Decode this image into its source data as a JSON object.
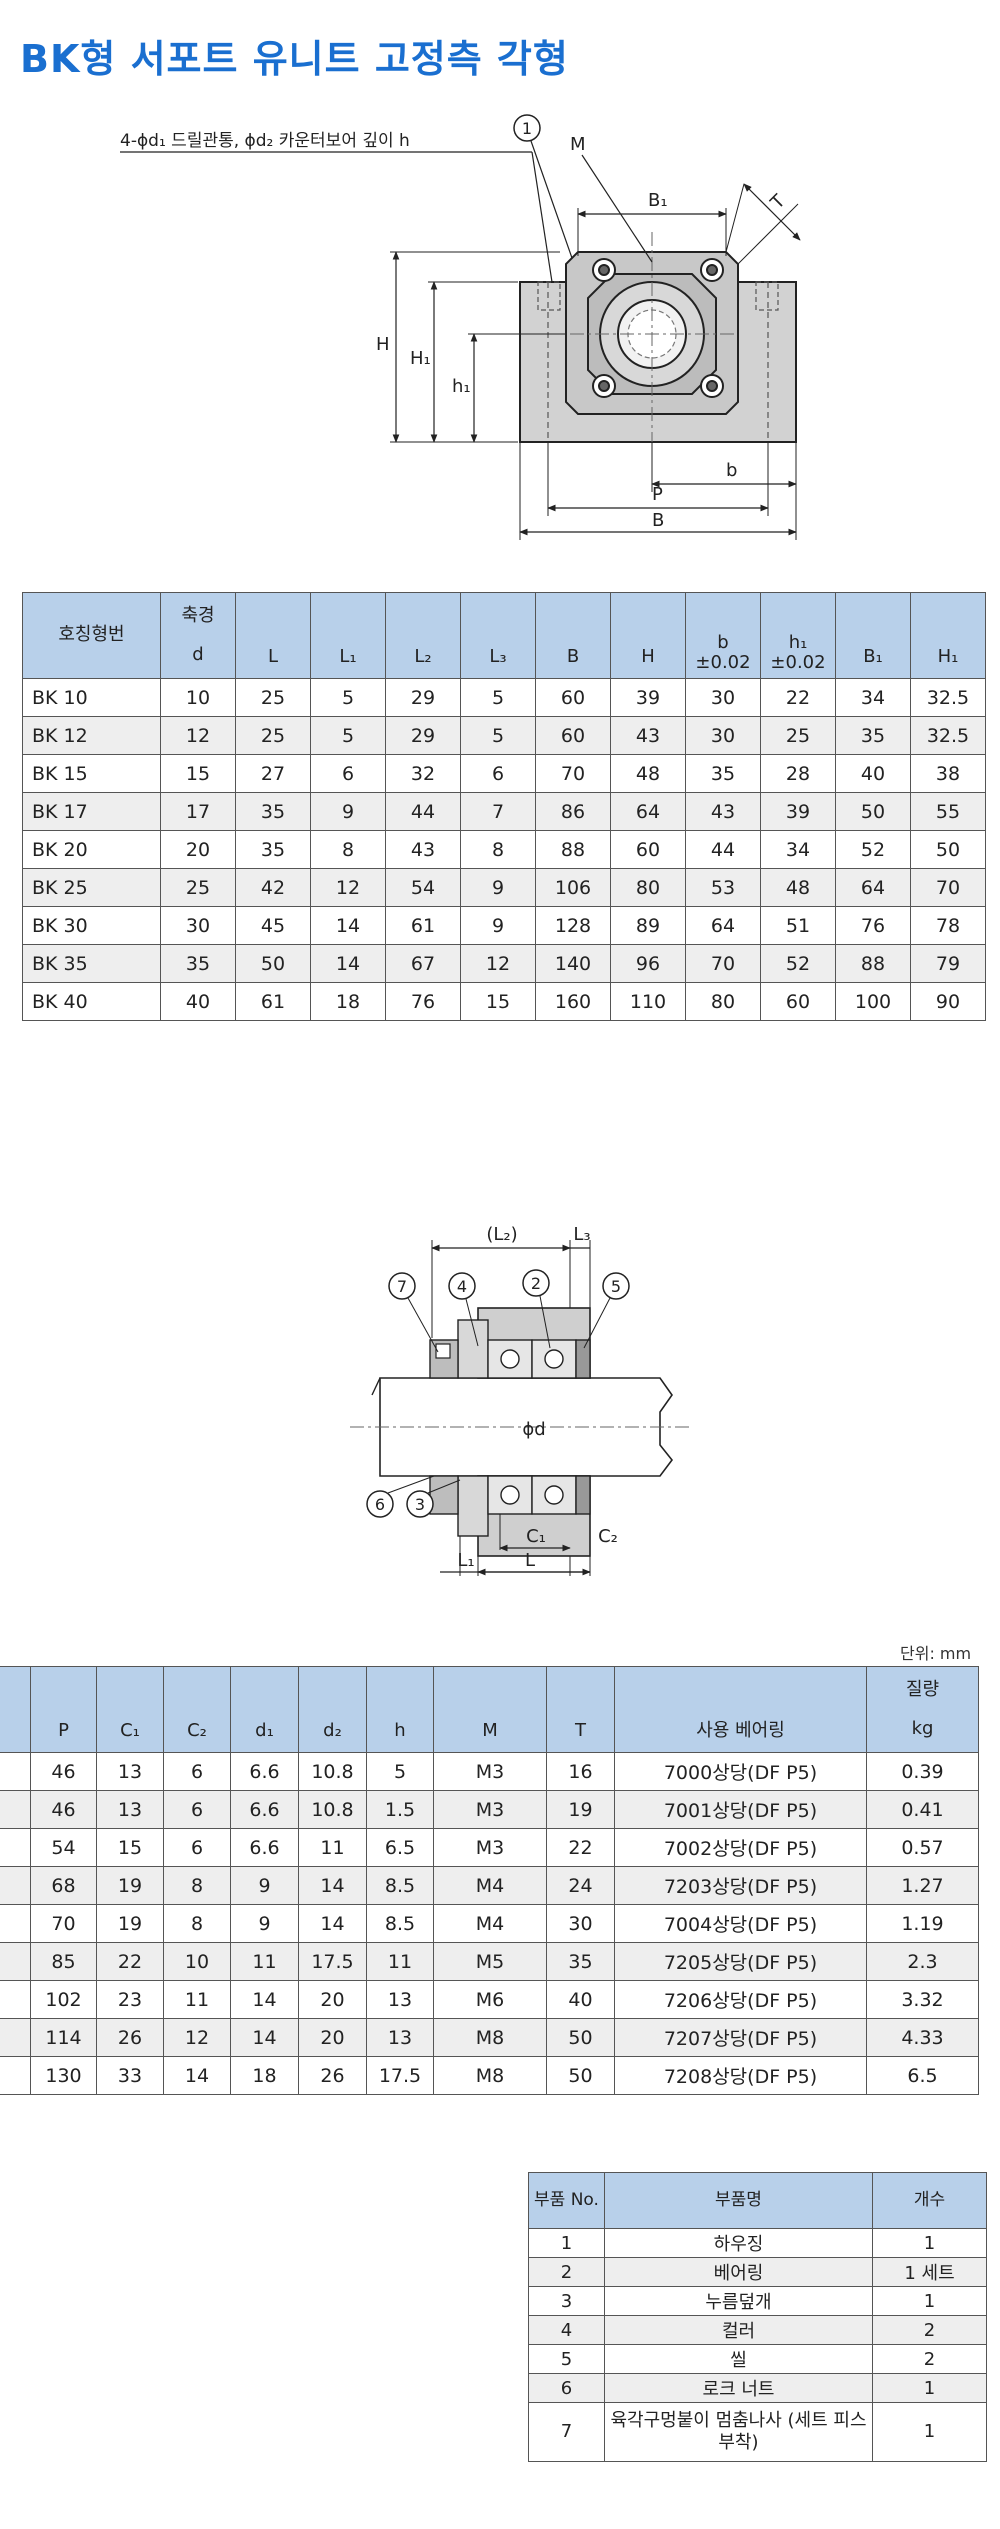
{
  "title": "BK형 서포트 유니트 고정측 각형",
  "top_figure": {
    "note": "4-ϕd₁ 드릴관통, ϕd₂ 카운터보어 깊이 h",
    "callout": "1",
    "labels": {
      "M": "M",
      "B1": "B₁",
      "T": "T",
      "H": "H",
      "H1": "H₁",
      "h1": "h₁",
      "b": "b",
      "P": "P",
      "B": "B"
    }
  },
  "spec_table": {
    "header": {
      "model": "호칭형번",
      "shaft_top": "축경",
      "shaft_sub": "d",
      "L": "L",
      "L1": "L₁",
      "L2": "L₂",
      "L3": "L₃",
      "B": "B",
      "H": "H",
      "b_top": "b",
      "b_sub": "±0.02",
      "h1_top": "h₁",
      "h1_sub": "±0.02",
      "B1": "B₁",
      "H1": "H₁"
    },
    "rows": [
      [
        "BK 10",
        "10",
        "25",
        "5",
        "29",
        "5",
        "60",
        "39",
        "30",
        "22",
        "34",
        "32.5"
      ],
      [
        "BK 12",
        "12",
        "25",
        "5",
        "29",
        "5",
        "60",
        "43",
        "30",
        "25",
        "35",
        "32.5"
      ],
      [
        "BK 15",
        "15",
        "27",
        "6",
        "32",
        "6",
        "70",
        "48",
        "35",
        "28",
        "40",
        "38"
      ],
      [
        "BK 17",
        "17",
        "35",
        "9",
        "44",
        "7",
        "86",
        "64",
        "43",
        "39",
        "50",
        "55"
      ],
      [
        "BK 20",
        "20",
        "35",
        "8",
        "43",
        "8",
        "88",
        "60",
        "44",
        "34",
        "52",
        "50"
      ],
      [
        "BK 25",
        "25",
        "42",
        "12",
        "54",
        "9",
        "106",
        "80",
        "53",
        "48",
        "64",
        "70"
      ],
      [
        "BK 30",
        "30",
        "45",
        "14",
        "61",
        "9",
        "128",
        "89",
        "64",
        "51",
        "76",
        "78"
      ],
      [
        "BK 35",
        "35",
        "50",
        "14",
        "67",
        "12",
        "140",
        "96",
        "70",
        "52",
        "88",
        "79"
      ],
      [
        "BK 40",
        "40",
        "61",
        "18",
        "76",
        "15",
        "160",
        "110",
        "80",
        "60",
        "100",
        "90"
      ]
    ]
  },
  "section_figure": {
    "labels": {
      "L2": "(L₂)",
      "L3": "L₃",
      "d": "ϕd",
      "C1": "C₁",
      "C2": "C₂",
      "L1": "L₁",
      "L": "L"
    },
    "callouts": [
      "7",
      "4",
      "2",
      "5",
      "6",
      "3"
    ]
  },
  "unit": "단위: mm",
  "spec_table2": {
    "header": {
      "P": "P",
      "C1": "C₁",
      "C2": "C₂",
      "d1": "d₁",
      "d2": "d₂",
      "h": "h",
      "M": "M",
      "T": "T",
      "bearing": "사용 베어링",
      "mass_top": "질량",
      "mass_sub": "kg"
    },
    "rows": [
      [
        "46",
        "13",
        "6",
        "6.6",
        "10.8",
        "5",
        "M3",
        "16",
        "7000상당(DF P5)",
        "0.39"
      ],
      [
        "46",
        "13",
        "6",
        "6.6",
        "10.8",
        "1.5",
        "M3",
        "19",
        "7001상당(DF P5)",
        "0.41"
      ],
      [
        "54",
        "15",
        "6",
        "6.6",
        "11",
        "6.5",
        "M3",
        "22",
        "7002상당(DF P5)",
        "0.57"
      ],
      [
        "68",
        "19",
        "8",
        "9",
        "14",
        "8.5",
        "M4",
        "24",
        "7203상당(DF P5)",
        "1.27"
      ],
      [
        "70",
        "19",
        "8",
        "9",
        "14",
        "8.5",
        "M4",
        "30",
        "7004상당(DF P5)",
        "1.19"
      ],
      [
        "85",
        "22",
        "10",
        "11",
        "17.5",
        "11",
        "M5",
        "35",
        "7205상당(DF P5)",
        "2.3"
      ],
      [
        "102",
        "23",
        "11",
        "14",
        "20",
        "13",
        "M6",
        "40",
        "7206상당(DF P5)",
        "3.32"
      ],
      [
        "114",
        "26",
        "12",
        "14",
        "20",
        "13",
        "M8",
        "50",
        "7207상당(DF P5)",
        "4.33"
      ],
      [
        "130",
        "33",
        "14",
        "18",
        "26",
        "17.5",
        "M8",
        "50",
        "7208상당(DF P5)",
        "6.5"
      ]
    ]
  },
  "parts_table": {
    "header": {
      "no": "부품 No.",
      "name": "부품명",
      "qty": "개수"
    },
    "rows": [
      [
        "1",
        "하우징",
        "1"
      ],
      [
        "2",
        "베어링",
        "1 세트"
      ],
      [
        "3",
        "누름덮개",
        "1"
      ],
      [
        "4",
        "컬러",
        "2"
      ],
      [
        "5",
        "씰",
        "2"
      ],
      [
        "6",
        "로크 너트",
        "1"
      ],
      [
        "7",
        "육각구멍붙이 멈춤나사 (세트 피스 부착)",
        "1"
      ]
    ]
  }
}
